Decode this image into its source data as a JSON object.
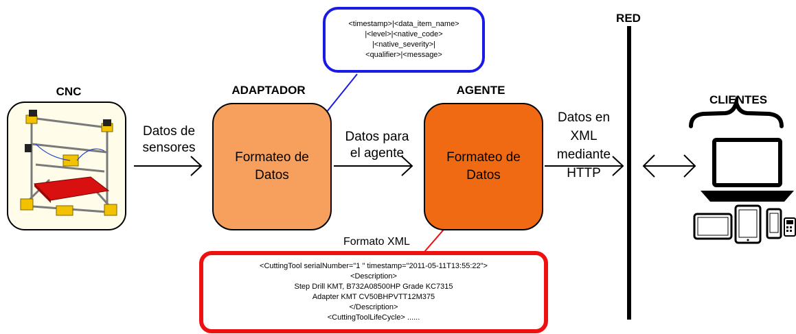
{
  "labels": {
    "cnc": "CNC",
    "adaptador": "ADAPTADOR",
    "agente": "AGENTE",
    "red": "RED",
    "clientes": "CLIENTES"
  },
  "arrows": {
    "sensor_data": [
      "Datos de",
      "sensores"
    ],
    "agent_data": [
      "Datos para",
      "el agente"
    ],
    "xml_http": [
      "Datos en",
      "XML",
      "mediante",
      "HTTP"
    ]
  },
  "nodes": {
    "adaptador": {
      "text": [
        "Formateo de",
        "Datos"
      ],
      "color": "#f7a05e"
    },
    "agente": {
      "text": [
        "Formateo de",
        "Datos"
      ],
      "color": "#f06a14"
    }
  },
  "callouts": {
    "shdr": {
      "border_color": "#1a1ae6",
      "lines": [
        "<timestamp>|<data_item_name>",
        "|<level>|<native_code>",
        "|<native_severity>|",
        "<qualifier>|<message>"
      ]
    },
    "xml": {
      "title": "Formato XML",
      "border_color": "#ee1111",
      "lines": [
        "<CuttingTool serialNumber=\"1 \" timestamp=\"2011-05-11T13:55:22\">",
        "<Description>",
        "Step Drill KMT, B732A08500HP Grade KC7315",
        "Adapter KMT CV50BHPVTT12M375",
        "</Description>",
        "<CuttingToolLifeCycle> ......"
      ]
    }
  },
  "icons": [
    "3d-printer-icon",
    "laptop-icon",
    "tablet-icon",
    "phone-icon",
    "calculator-icon"
  ]
}
